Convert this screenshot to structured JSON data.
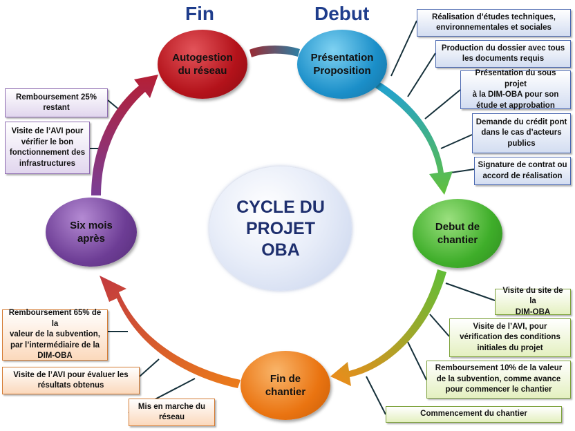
{
  "headers": {
    "end": "Fin",
    "start": "Debut"
  },
  "center": {
    "title": "CYCLE DU\nPROJET\nOBA"
  },
  "phases": {
    "autogestion": "Autogestion\ndu réseau",
    "presentation": "Présentation\nProposition",
    "debut_chantier": "Debut de\nchantier",
    "fin_chantier": "Fin de\nchantier",
    "six_mois": "Six mois\naprès"
  },
  "steps": {
    "presentation": [
      "Réalisation d’études techniques,\nenvironnementales et sociales",
      "Production du dossier avec tous\nles documents requis",
      "Présentation du sous projet\nà la DIM-OBA pour son\nétude et approbation",
      "Demande du crédit pont\ndans le cas d’acteurs\npublics",
      "Signature de contrat ou\naccord de réalisation"
    ],
    "chantier": [
      "Visite du site de la\nDIM-OBA",
      "Visite de l’AVI, pour\nvérification des conditions\ninitiales du projet",
      "Remboursement  10% de la valeur\nde la subvention, comme avance\npour commencer  le chantier",
      "Commencement du chantier"
    ],
    "fin_chantier": [
      "Remboursement  65% de la\nvaleur de la subvention,\npar l’intermédiaire de la\nDIM-OBA",
      "Visite de l’AVI pour évaluer les\nrésultats obtenus",
      "Mis en marche du\nréseau"
    ],
    "six_mois": [
      "Remboursement 25%\nrestant",
      "Visite de l’AVI pour\nvérifier le bon\nfonctionnement  des\ninfrastructures"
    ]
  },
  "colors": {
    "autogestion": "#b3121a",
    "presentation": "#1b8fc9",
    "debut_chantier": "#3fae2a",
    "fin_chantier": "#ea7411",
    "six_mois": "#6d3d95",
    "title": "#1f3d8c"
  }
}
